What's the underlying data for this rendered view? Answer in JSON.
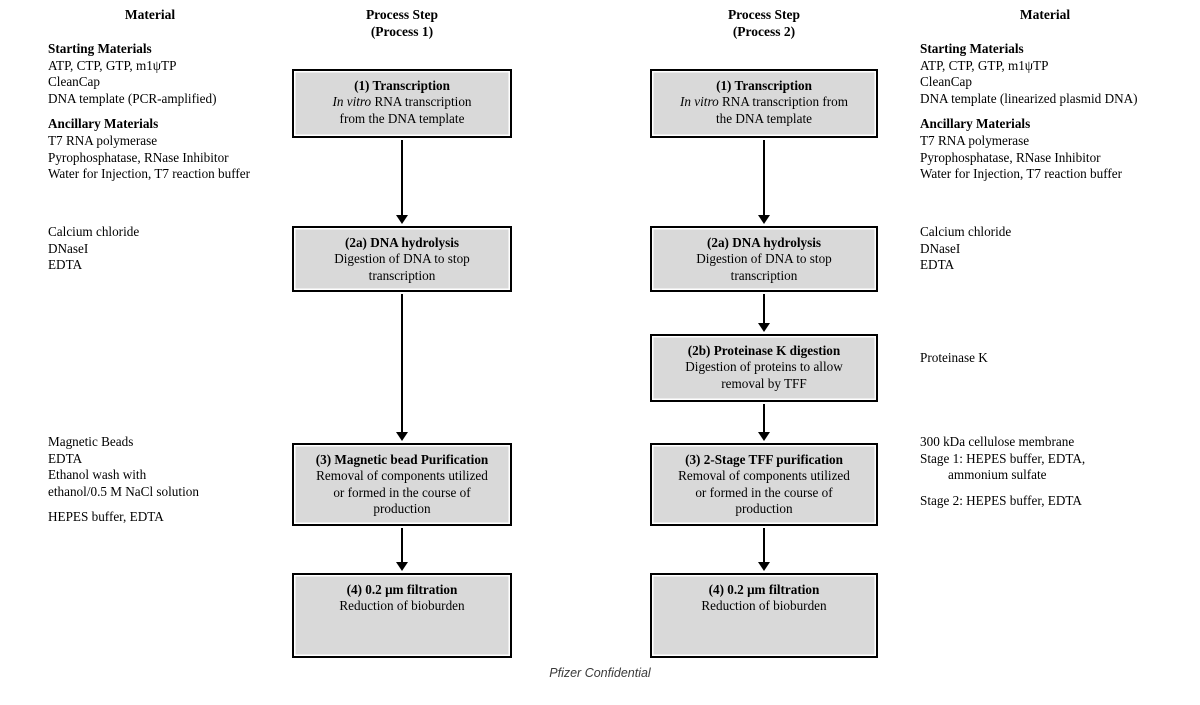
{
  "document": {
    "footer": "Pfizer Confidential"
  },
  "headers": {
    "material_left": "Material",
    "process1_line1": "Process Step",
    "process1_line2": "(Process 1)",
    "process2_line1": "Process Step",
    "process2_line2": "(Process 2)",
    "material_right": "Material"
  },
  "materials_left": [
    {
      "id": "transcription",
      "lines": [
        {
          "text": "Starting Materials",
          "bold": true
        },
        {
          "text": "ATP, CTP, GTP, m1ψTP",
          "bold": false
        },
        {
          "text": "CleanCap",
          "bold": false
        },
        {
          "text": "DNA template (PCR-amplified)",
          "bold": false
        },
        {
          "text": "",
          "bold": false
        },
        {
          "text": "Ancillary Materials",
          "bold": true
        },
        {
          "text": "T7 RNA polymerase",
          "bold": false
        },
        {
          "text": "Pyrophosphatase, RNase Inhibitor",
          "bold": false
        },
        {
          "text": "Water for Injection, T7 reaction buffer",
          "bold": false
        }
      ]
    },
    {
      "id": "dna-hydrolysis",
      "lines": [
        {
          "text": "Calcium chloride",
          "bold": false
        },
        {
          "text": "DNaseI",
          "bold": false
        },
        {
          "text": "EDTA",
          "bold": false
        }
      ]
    },
    {
      "id": "magnetic-bead-purification",
      "lines": [
        {
          "text": "Magnetic Beads",
          "bold": false
        },
        {
          "text": "EDTA",
          "bold": false
        },
        {
          "text": "Ethanol wash with",
          "bold": false
        },
        {
          "text": "ethanol/0.5 M NaCl solution",
          "bold": false
        },
        {
          "text": "",
          "bold": false
        },
        {
          "text": "HEPES buffer, EDTA",
          "bold": false
        }
      ]
    }
  ],
  "materials_right": [
    {
      "id": "transcription",
      "lines": [
        {
          "text": "Starting Materials",
          "bold": true
        },
        {
          "text": "ATP, CTP, GTP, m1ψTP",
          "bold": false
        },
        {
          "text": "CleanCap",
          "bold": false
        },
        {
          "text": "DNA template (linearized plasmid DNA)",
          "bold": false
        },
        {
          "text": "",
          "bold": false
        },
        {
          "text": "Ancillary Materials",
          "bold": true
        },
        {
          "text": "T7 RNA polymerase",
          "bold": false
        },
        {
          "text": "Pyrophosphatase, RNase Inhibitor",
          "bold": false
        },
        {
          "text": "Water for Injection, T7 reaction buffer",
          "bold": false
        }
      ]
    },
    {
      "id": "dna-hydrolysis",
      "lines": [
        {
          "text": "Calcium chloride",
          "bold": false
        },
        {
          "text": "DNaseI",
          "bold": false
        },
        {
          "text": "EDTA",
          "bold": false
        }
      ]
    },
    {
      "id": "proteinase-k-digestion",
      "lines": [
        {
          "text": "Proteinase K",
          "bold": false
        }
      ]
    },
    {
      "id": "two-stage-tff-purification",
      "lines": [
        {
          "text": "300 kDa cellulose membrane",
          "bold": false
        },
        {
          "text": "Stage 1: HEPES buffer, EDTA,",
          "bold": false
        },
        {
          "text": "     ammonium sulfate",
          "bold": false
        },
        {
          "text": "",
          "bold": false
        },
        {
          "text": "Stage 2: HEPES buffer, EDTA",
          "bold": false
        }
      ]
    }
  ],
  "process1_steps": [
    {
      "id": "transcription",
      "title": "(1) Transcription",
      "desc_pre_italic": "",
      "desc_italic": "In vitro",
      "desc_post_italic": " RNA transcription\nfrom the DNA template"
    },
    {
      "id": "dna-hydrolysis",
      "title": "(2a) DNA hydrolysis",
      "desc_pre_italic": "",
      "desc_italic": "",
      "desc_post_italic": "Digestion of DNA to stop\ntranscription"
    },
    {
      "id": "magnetic-bead-purification",
      "title": "(3) Magnetic bead Purification",
      "desc_pre_italic": "",
      "desc_italic": "",
      "desc_post_italic": "Removal of components utilized\nor formed in the course of\nproduction"
    },
    {
      "id": "filtration",
      "title": "(4) 0.2 μm filtration",
      "desc_pre_italic": "",
      "desc_italic": "",
      "desc_post_italic": "Reduction of bioburden"
    }
  ],
  "process2_steps": [
    {
      "id": "transcription",
      "title": "(1) Transcription",
      "desc_pre_italic": "",
      "desc_italic": "In vitro",
      "desc_post_italic": " RNA transcription from\nthe DNA template"
    },
    {
      "id": "dna-hydrolysis",
      "title": "(2a) DNA hydrolysis",
      "desc_pre_italic": "",
      "desc_italic": "",
      "desc_post_italic": "Digestion of DNA to stop\ntranscription"
    },
    {
      "id": "proteinase-k-digestion",
      "title": "(2b) Proteinase K digestion",
      "desc_pre_italic": "",
      "desc_italic": "",
      "desc_post_italic": "Digestion of proteins to allow\nremoval by TFF"
    },
    {
      "id": "two-stage-tff-purification",
      "title": "(3) 2-Stage TFF purification",
      "desc_pre_italic": "",
      "desc_italic": "",
      "desc_post_italic": "Removal of components utilized\nor formed in the course of\nproduction"
    },
    {
      "id": "filtration",
      "title": "(4) 0.2 μm filtration",
      "desc_pre_italic": "",
      "desc_italic": "",
      "desc_post_italic": "Reduction of bioburden"
    }
  ],
  "colors": {
    "box_fill": "#d9d9d9",
    "box_border": "#000000",
    "page_background": "#ffffff",
    "footer_text": "#3a3a3a"
  }
}
